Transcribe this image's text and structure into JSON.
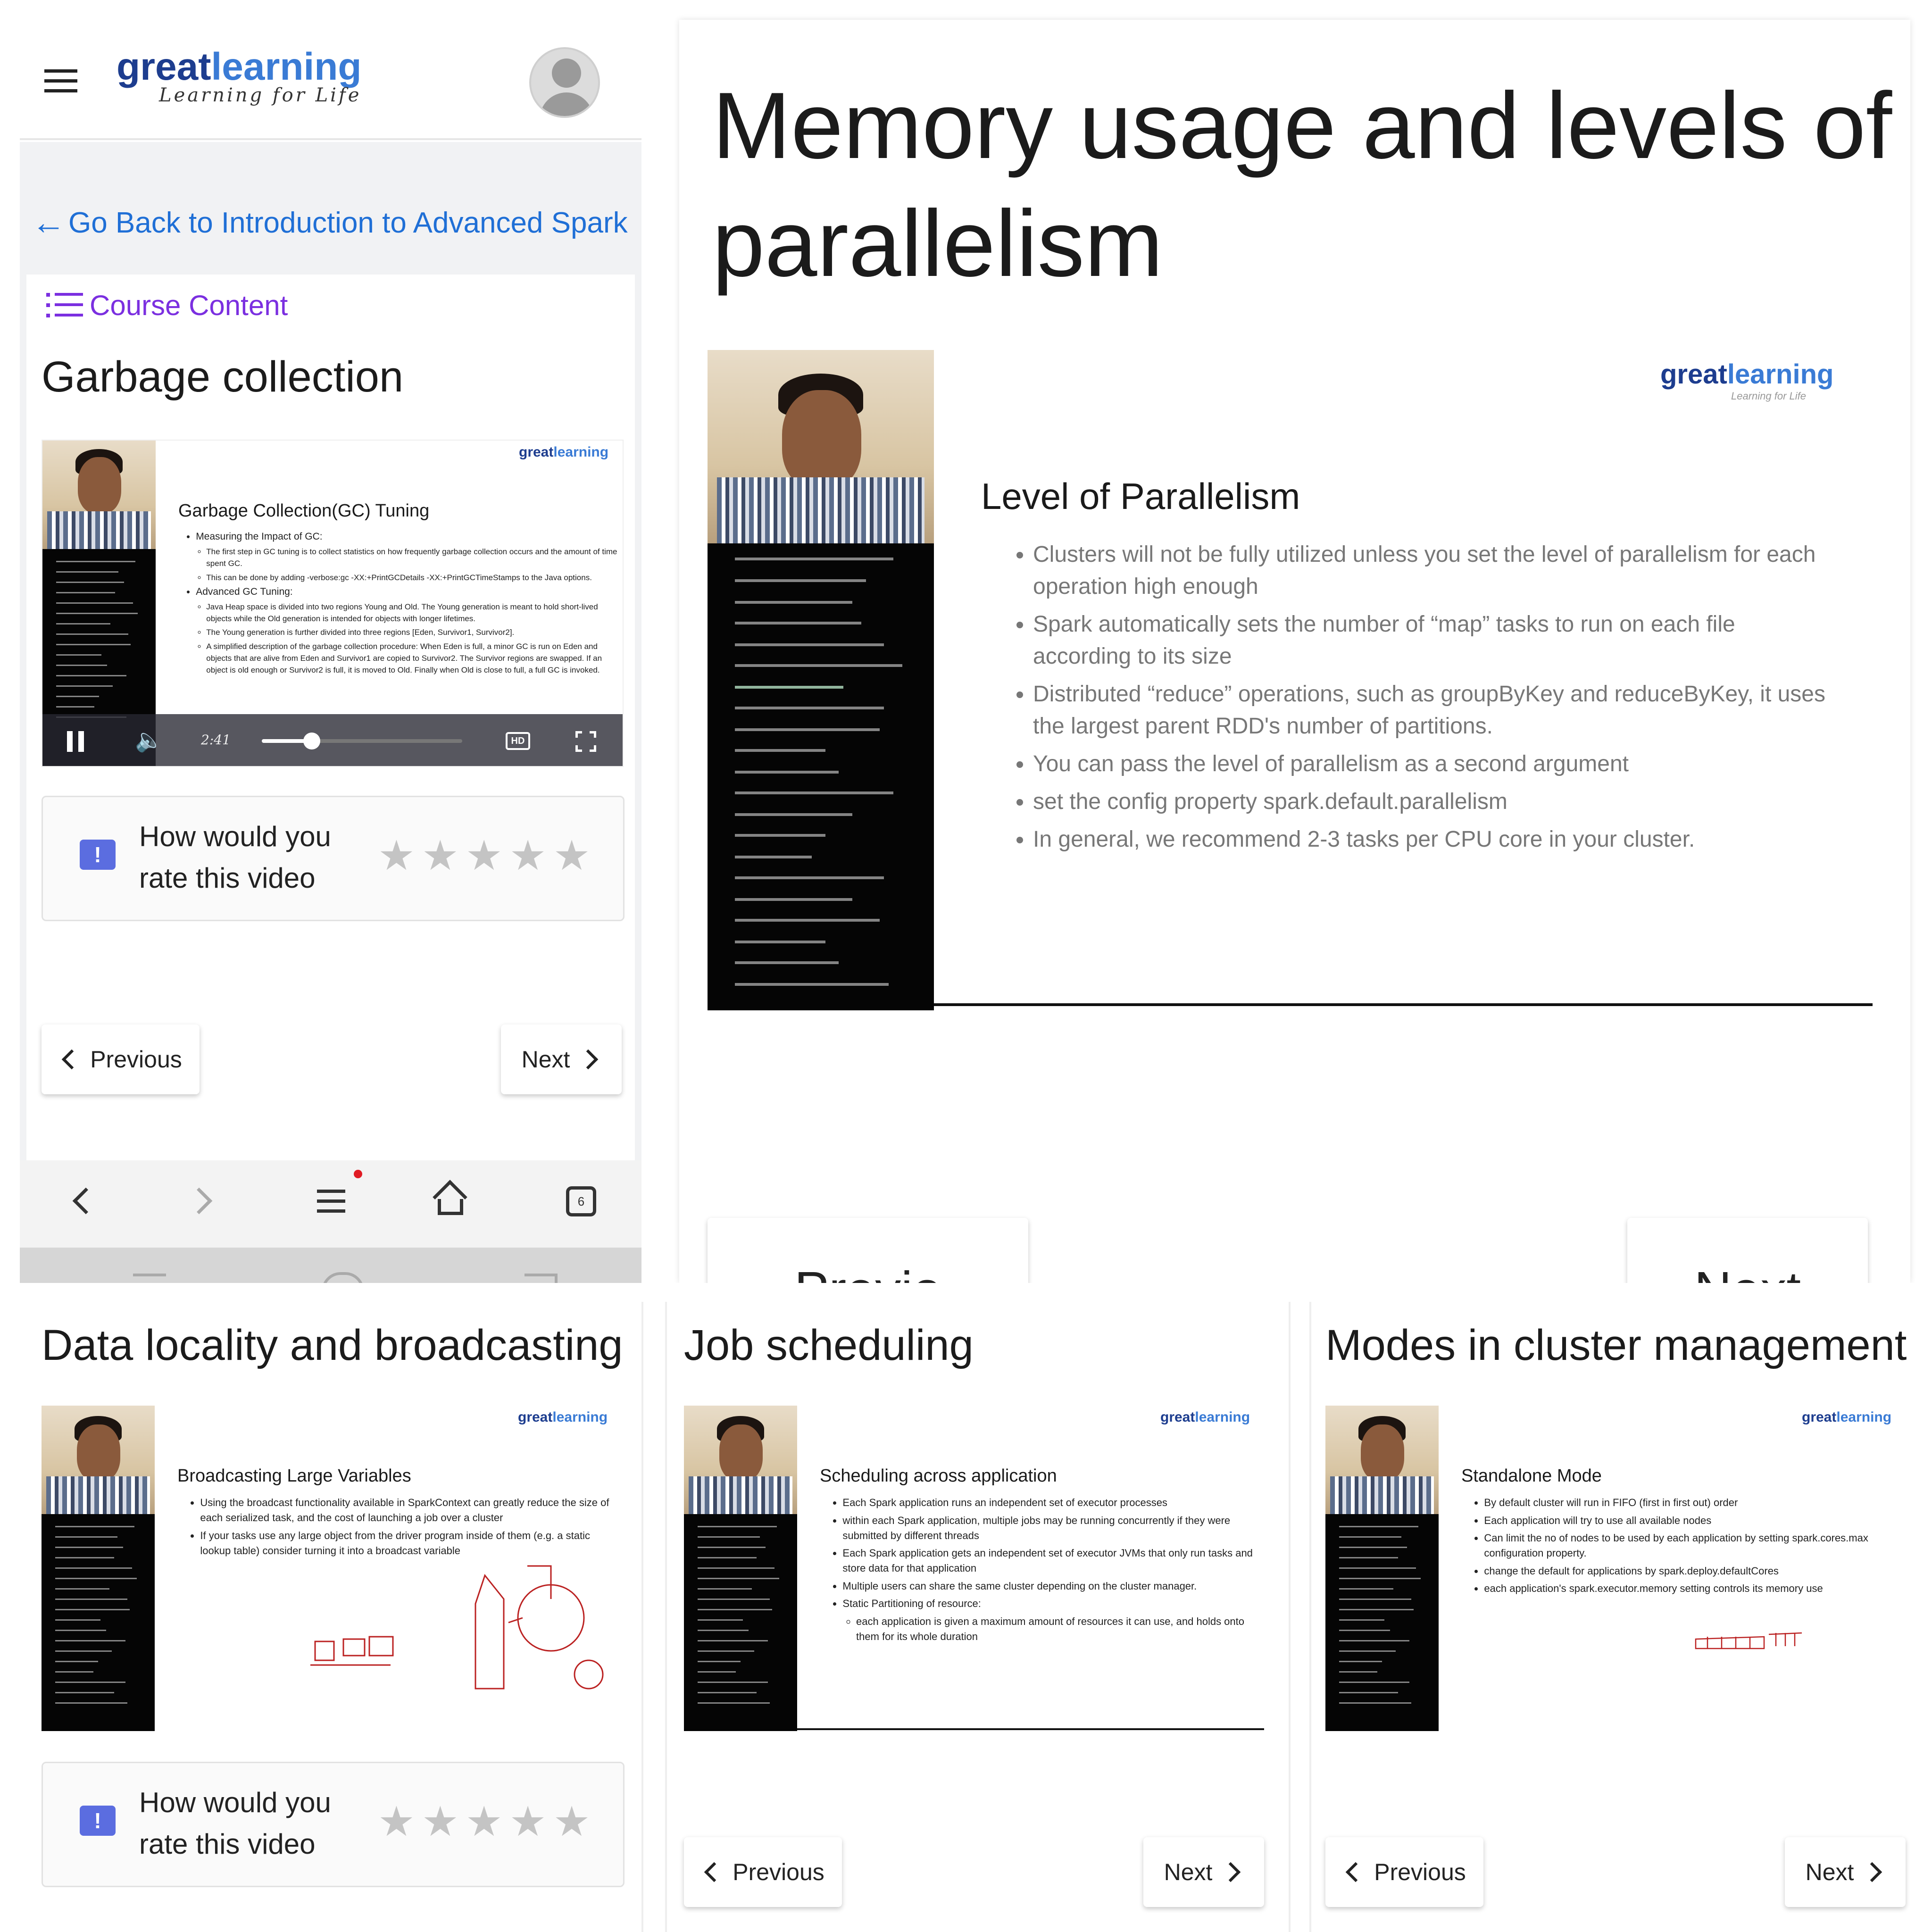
{
  "colors": {
    "brand_blue": "#3a7bd5",
    "link_blue": "#1f6fd6",
    "course_purple": "#7b2fe0",
    "rate_icon": "#5b6de0",
    "star_gray": "#c4c4c4"
  },
  "header": {
    "brand_main_a": "great",
    "brand_main_b": "learning",
    "brand_tagline": "Learning for Life"
  },
  "back_link": {
    "label": "Go Back to Introduction to Advanced Spark"
  },
  "course_content": {
    "label": "Course Content"
  },
  "panel1": {
    "title": "Garbage collection",
    "slide": {
      "brand_a": "great",
      "brand_b": "learning",
      "heading": "Garbage Collection(GC) Tuning",
      "b1": "Measuring the Impact of GC:",
      "b1s1": "The first step in GC tuning is to collect statistics on how frequently garbage collection occurs and the amount of time spent GC.",
      "b1s2": "This can be done by adding -verbose:gc -XX:+PrintGCDetails -XX:+PrintGCTimeStamps to the Java options.",
      "b2": "Advanced GC Tuning:",
      "b2s1": "Java Heap space is divided into two regions Young and Old. The Young generation is meant to hold short-lived objects while the Old generation is intended for objects with longer lifetimes.",
      "b2s2": "The Young generation is further divided into three regions [Eden, Survivor1, Survivor2].",
      "b2s3": "A simplified description of the garbage collection procedure: When Eden is full, a minor GC is run on Eden and objects that are alive from Eden and Survivor1 are copied to Survivor2. The Survivor regions are swapped. If an object is old enough or Survivor2 is full, it is moved to Old. Finally when Old is close to full, a full GC is invoked."
    },
    "player": {
      "time": "2:41",
      "hd": "HD",
      "progress": 0.25
    },
    "rating": {
      "line1": "How would you",
      "line2": "rate this video",
      "icon": "!"
    },
    "prev": "Previous",
    "next": "Next"
  },
  "browser_toolbar": {
    "tabs_count": "6"
  },
  "panel2": {
    "title_line1": "Memory usage and levels of",
    "title_line2": "parallelism",
    "slide": {
      "brand_a": "great",
      "brand_b": "learning",
      "tagline": "Learning for Life",
      "heading": "Level of Parallelism",
      "bullets": [
        "Clusters will not be fully utilized unless you set the level of parallelism for each operation high enough",
        "Spark automatically sets the number of “map” tasks to run on each file according to its size",
        "Distributed “reduce” operations, such as groupByKey and reduceByKey, it uses the largest parent RDD's number of partitions.",
        "You can pass the level of parallelism as a second argument",
        "set the config property spark.default.parallelism",
        "In general, we recommend 2-3 tasks per CPU core in your cluster."
      ]
    },
    "prev_partial": "Previo",
    "next_partial": "Next"
  },
  "panel3": {
    "title": "Data locality and broadcasting",
    "slide": {
      "brand_a": "great",
      "brand_b": "learning",
      "heading": "Broadcasting Large Variables",
      "bullets": [
        "Using the broadcast functionality available in SparkContext can greatly reduce the size of each serialized task, and the cost of launching a job over a cluster",
        "If your tasks use any large object from the driver program inside of them (e.g. a static lookup table) consider turning it into a broadcast variable"
      ]
    },
    "rating": {
      "line1": "How would you",
      "line2": "rate this video",
      "icon": "!"
    }
  },
  "panel4": {
    "title": "Job scheduling",
    "slide": {
      "brand_a": "great",
      "brand_b": "learning",
      "heading": "Scheduling across application",
      "b1": "Each Spark application runs an independent set of executor processes",
      "b2": "within each Spark application, multiple jobs may be running concurrently if they were submitted by different threads",
      "b3": "Each Spark application gets an independent set of executor JVMs that only run tasks and store data for that application",
      "b4": "Multiple users can share the same cluster depending on the cluster manager.",
      "b5": "Static Partitioning of resource:",
      "b5s1": "each application is given a maximum amount of resources it can use, and holds onto them for its whole duration"
    },
    "prev": "Previous",
    "next": "Next"
  },
  "panel5": {
    "title": "Modes in cluster management",
    "slide": {
      "brand_a": "great",
      "brand_b": "learning",
      "heading": "Standalone Mode",
      "bullets": [
        "By default cluster will run in FIFO (first in first out) order",
        "Each application will try to use all available nodes",
        "Can limit the no of nodes to be used by each application by setting spark.cores.max configuration property.",
        "change the default for applications by spark.deploy.defaultCores",
        "each application's spark.executor.memory setting controls its memory use"
      ]
    },
    "prev": "Previous",
    "next": "Next"
  }
}
